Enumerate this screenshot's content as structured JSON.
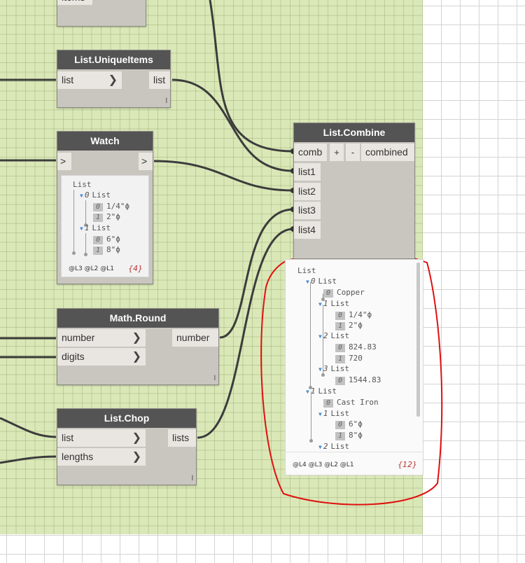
{
  "nodes": {
    "top_partial": {
      "port_label": "items"
    },
    "unique_items": {
      "title": "List.UniqueItems",
      "input": "list",
      "output": "list",
      "lacing": "l"
    },
    "watch": {
      "title": "Watch",
      "input": ">",
      "output": ">"
    },
    "list_combine": {
      "title": "List.Combine",
      "inputs": [
        "comb",
        "list1",
        "list2",
        "list3",
        "list4"
      ],
      "plus": "+",
      "minus": "-",
      "output": "combined"
    },
    "math_round": {
      "title": "Math.Round",
      "inputs": [
        "number",
        "digits"
      ],
      "output": "number",
      "lacing": "l"
    },
    "list_chop": {
      "title": "List.Chop",
      "inputs": [
        "list",
        "lengths"
      ],
      "output": "lists",
      "lacing": "l"
    }
  },
  "watch_preview": {
    "root": "List",
    "rows": [
      {
        "text": "List",
        "index": "0",
        "kind": "branch"
      },
      {
        "text": "1/4\"ϕ",
        "index": "0",
        "kind": "leaf"
      },
      {
        "text": "2\"ϕ",
        "index": "1",
        "kind": "leaf"
      },
      {
        "text": "List",
        "index": "1",
        "kind": "branch"
      },
      {
        "text": "6\"ϕ",
        "index": "0",
        "kind": "leaf"
      },
      {
        "text": "8\"ϕ",
        "index": "1",
        "kind": "leaf"
      }
    ],
    "levels": "@L3 @L2 @L1",
    "count": "{4}"
  },
  "combine_preview": {
    "root": "List",
    "rows": [
      {
        "text": "List",
        "index": "0",
        "kind": "branch"
      },
      {
        "text": "Copper",
        "index": "0",
        "kind": "leaf"
      },
      {
        "text": "List",
        "index": "1",
        "kind": "branch"
      },
      {
        "text": "1/4\"ϕ",
        "index": "0",
        "kind": "leaf"
      },
      {
        "text": "2\"ϕ",
        "index": "1",
        "kind": "leaf"
      },
      {
        "text": "List",
        "index": "2",
        "kind": "branch"
      },
      {
        "text": "824.83",
        "index": "0",
        "kind": "leaf"
      },
      {
        "text": "720",
        "index": "1",
        "kind": "leaf"
      },
      {
        "text": "List",
        "index": "3",
        "kind": "branch"
      },
      {
        "text": "1544.83",
        "index": "0",
        "kind": "leaf"
      },
      {
        "text": "List",
        "index": "1",
        "kind": "branch"
      },
      {
        "text": "Cast Iron",
        "index": "0",
        "kind": "leaf"
      },
      {
        "text": "List",
        "index": "1",
        "kind": "branch"
      },
      {
        "text": "6\"ϕ",
        "index": "0",
        "kind": "leaf"
      },
      {
        "text": "8\"ϕ",
        "index": "1",
        "kind": "leaf"
      },
      {
        "text": "List",
        "index": "2",
        "kind": "branch"
      }
    ],
    "levels": "@L4 @L3 @L2 @L1",
    "count": "{12}"
  },
  "colors": {
    "group_background": "#dae8b8",
    "node_header": "#545454",
    "annotation": "#e01010"
  }
}
